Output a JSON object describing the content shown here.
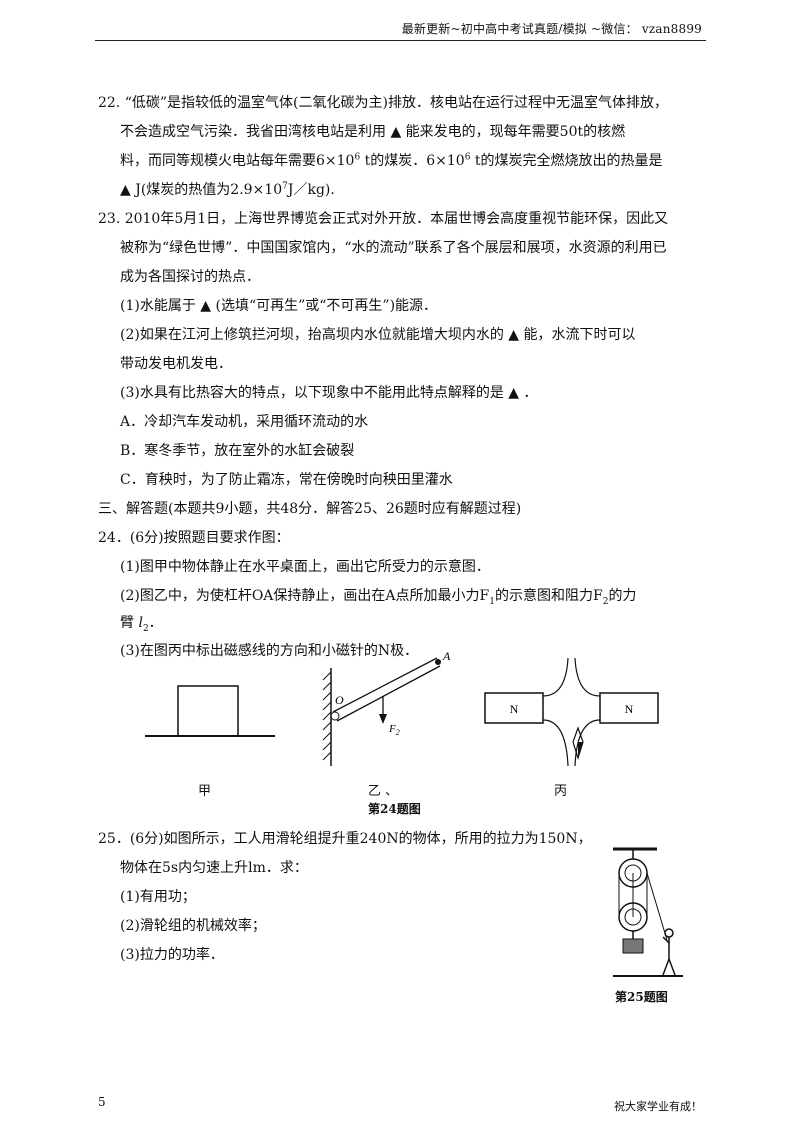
{
  "header": {
    "text": "最新更新~初中高中考试真题/模拟 ~微信： vzan8899"
  },
  "q22": {
    "l1": "22. “低碳”是指较低的温室气体(二氧化碳为主)排放．核电站在运行过程中无温室气体排放，",
    "l2": "不会造成空气污染．我省田湾核电站是利用 ▲ 能来发电的，现每年需要50t的核燃",
    "l3a": "料，而同等规模火电站每年需要6×10",
    "l3exp1": "6",
    "l3b": " t的煤炭．6×10",
    "l3exp2": "6",
    "l3c": " t的煤炭完全燃烧放出的热量是",
    "l4a": "▲ J(煤炭的热值为2.9×10",
    "l4exp": "7",
    "l4b": "J／kg)."
  },
  "q23": {
    "l1": "23. 2010年5月1日，上海世界博览会正式对外开放．本届世博会高度重视节能环保，因此又",
    "l2": "被称为“绿色世博”．中国国家馆内，“水的流动”联系了各个展层和展项，水资源的利用已",
    "l3": "成为各国探讨的热点．",
    "p1": "(1)水能属于 ▲ (选填“可再生”或“不可再生”)能源．",
    "p2a": "(2)如果在江河上修筑拦河坝，抬高坝内水位就能增大坝内水的 ▲ 能，水流下时可以",
    "p2b": "带动发电机发电．",
    "p3": "(3)水具有比热容大的特点，以下现象中不能用此特点解释的是 ▲ ．",
    "optA": "A．冷却汽车发动机，采用循环流动的水",
    "optB": "B．寒冬季节，放在室外的水缸会破裂",
    "optC": "C．育秧时，为了防止霜冻，常在傍晚时向秧田里灌水"
  },
  "section3": "三、解答题(本题共9小题，共48分．解答25、26题时应有解题过程)",
  "q24": {
    "l1": "24．(6分)按照题目要求作图：",
    "p1": "(1)图甲中物体静止在水平桌面上，画出它所受力的示意图．",
    "p2a": "(2)图乙中，为使杠杆OA保持静止，画出在A点所加最小力F",
    "p2sub1": "1",
    "p2b": "的示意图和阻力F",
    "p2sub2": "2",
    "p2c": "的力",
    "p2d": "臂",
    "p2e": "l",
    "p2sub3": "2",
    "p2f": "．",
    "p3": "(3)在图丙中标出磁感线的方向和小磁针的N极．",
    "fig_labels": {
      "jia": "甲",
      "yi": "乙",
      "yi_mark": "、",
      "bing": "丙",
      "O": "O",
      "A": "A",
      "F": "F",
      "F_sub": "2",
      "N_left": "N",
      "N_right": "N"
    },
    "caption": "第24题图"
  },
  "q25": {
    "l1": "25．(6分)如图所示，工人用滑轮组提升重240N的物体，所用的拉力为150N，",
    "l2": "物体在5s内匀速上升lm．求：",
    "p1": "(1)有用功；",
    "p2": "(2)滑轮组的机械效率；",
    "p3": "(3)拉力的功率．",
    "caption": "第25题图"
  },
  "footer": {
    "page": "5",
    "right": "祝大家学业有成！"
  }
}
